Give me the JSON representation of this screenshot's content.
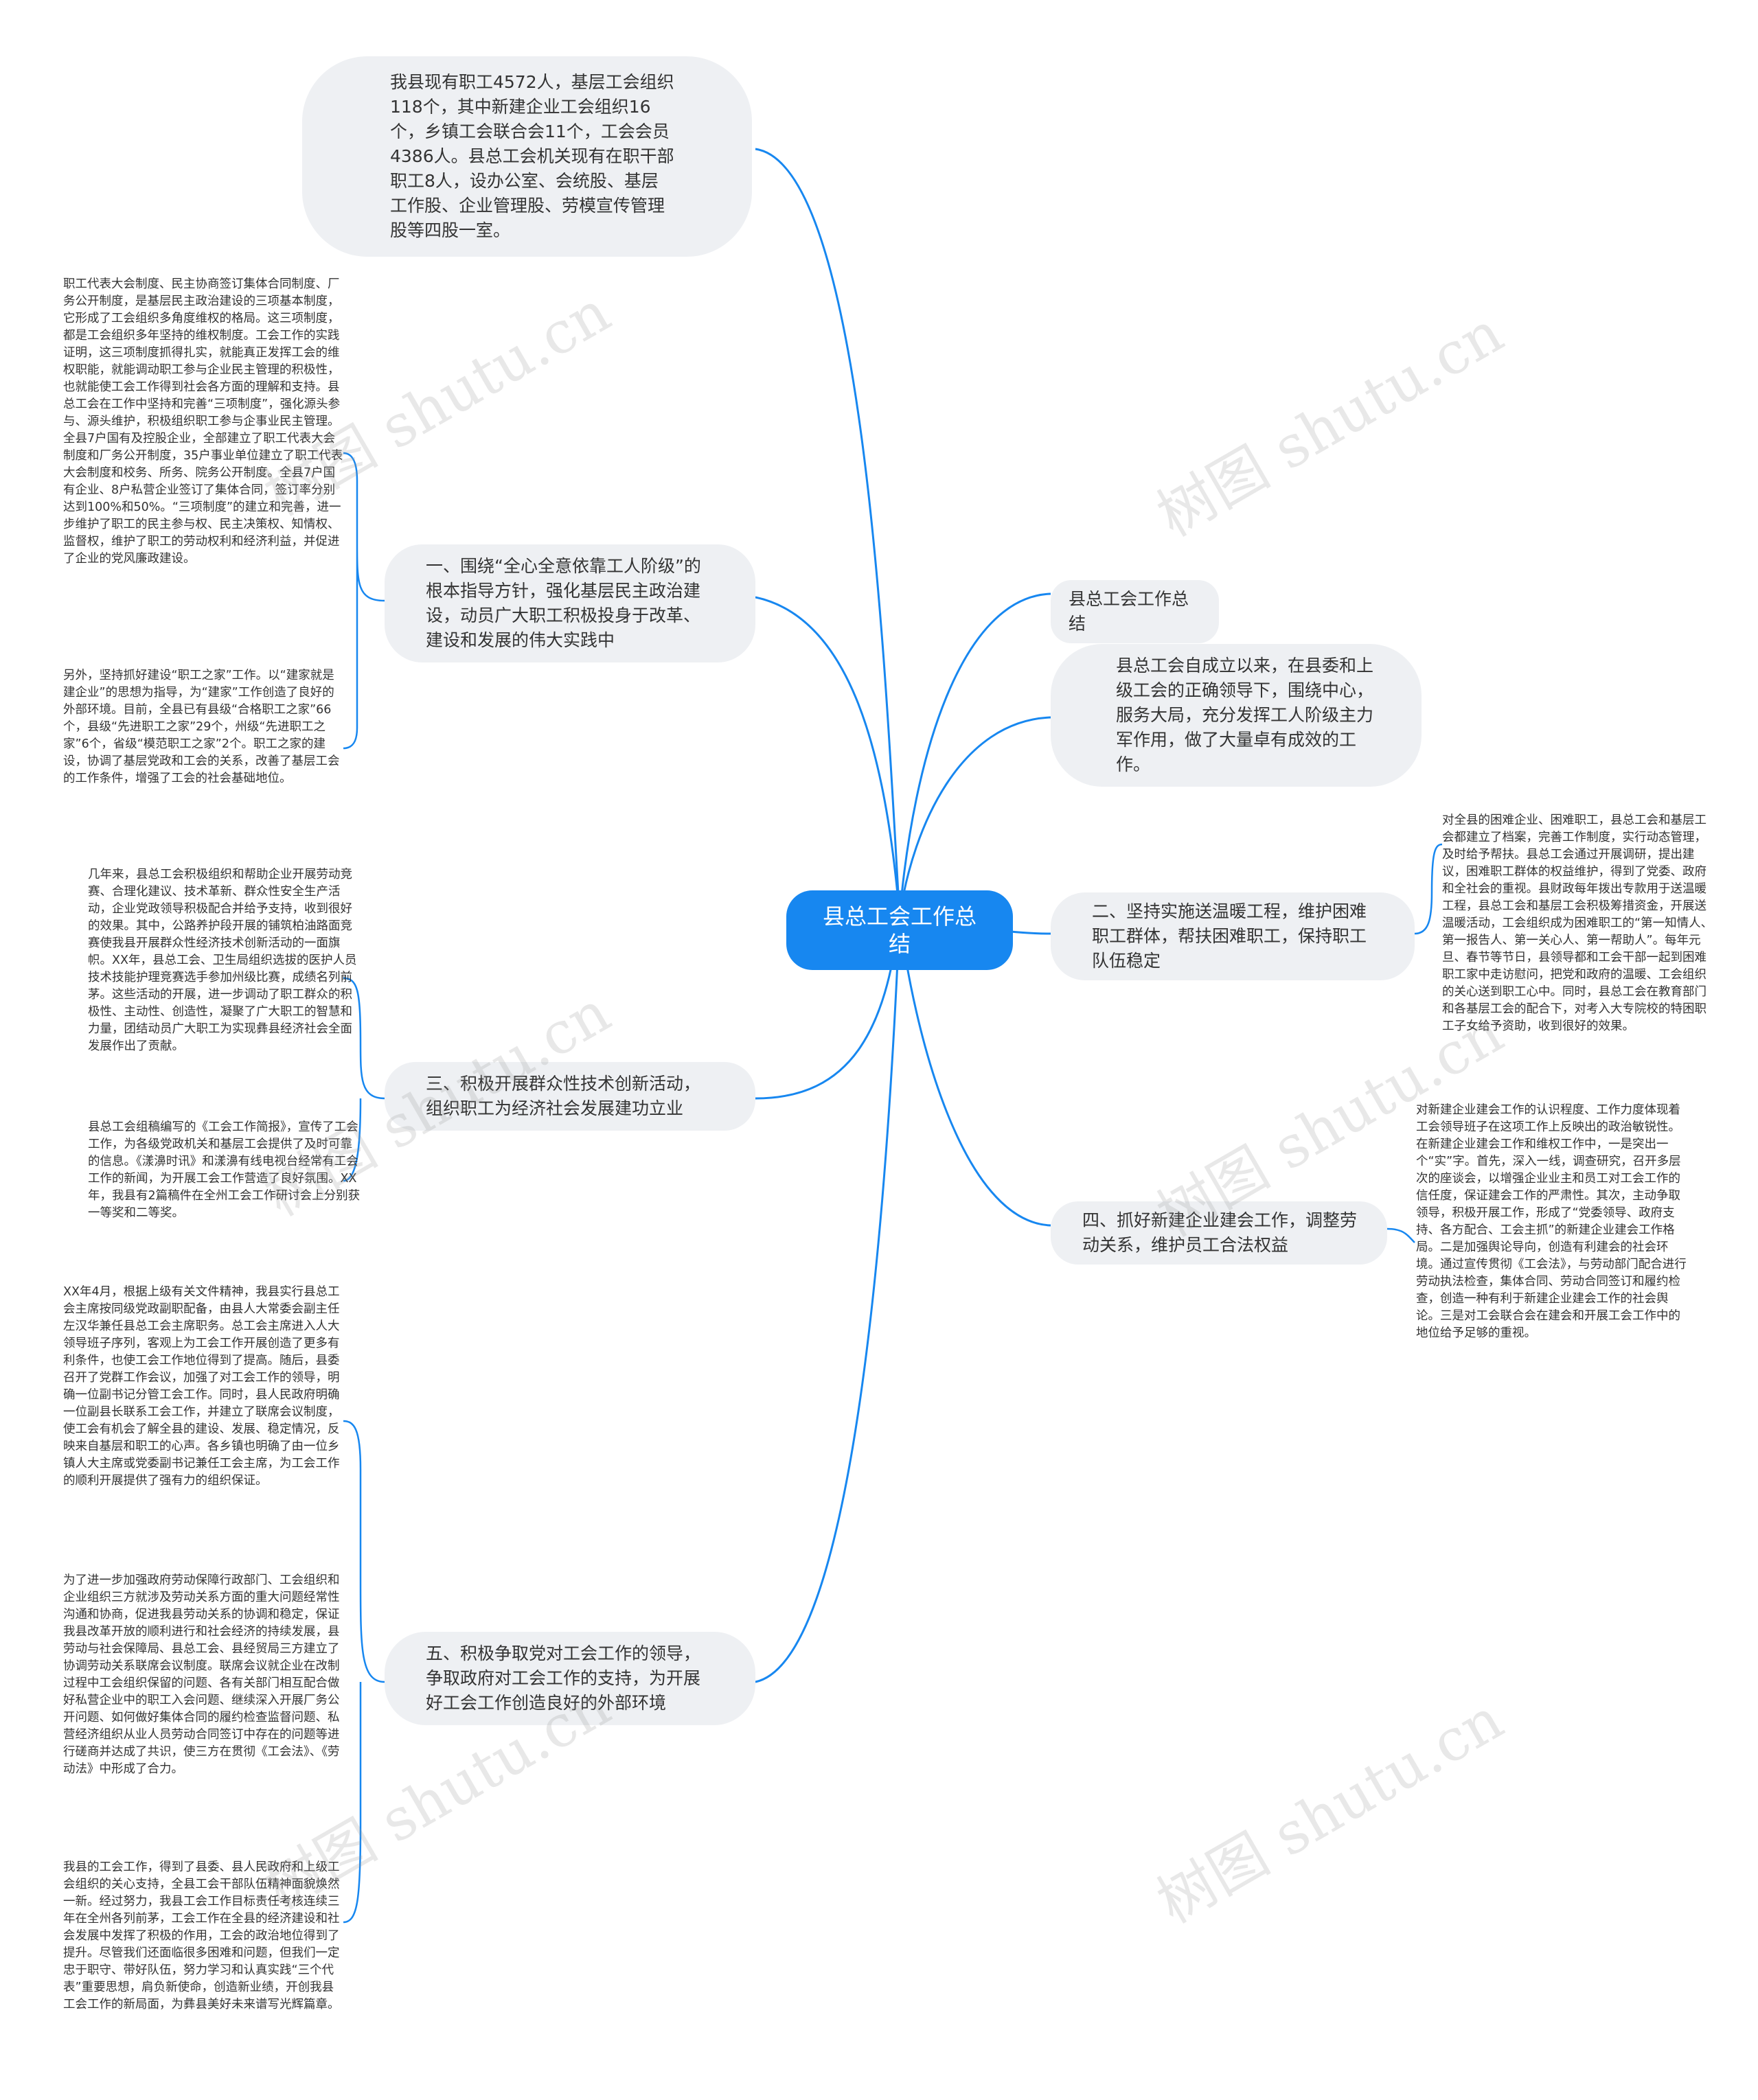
{
  "root": "县总工会工作总结",
  "watermark": "树图 shutu.cn",
  "colors": {
    "root_bg": "#1787f0",
    "branch_line": "#1787f0",
    "bubble_bg": "#eef0f3"
  },
  "right": {
    "title": "县总工会工作总结",
    "intro": "县总工会自成立以来，在县委和上级工会的正确领导下，围绕中心，服务大局，充分发挥工人阶级主力军作用，做了大量卓有成效的工作。",
    "b2": {
      "label": "二、坚持实施送温暖工程，维护困难职工群体，帮扶困难职工，保持职工队伍稳定",
      "detail": "对全县的困难企业、困难职工，县总工会和基层工会都建立了档案，完善工作制度，实行动态管理，及时给予帮扶。县总工会通过开展调研，提出建议，困难职工群体的权益维护，得到了党委、政府和全社会的重视。县财政每年拨出专款用于送温暖工程，县总工会和基层工会积极筹措资金，开展送温暖活动，工会组织成为困难职工的“第一知情人、第一报告人、第一关心人、第一帮助人”。每年元旦、春节等节日，县领导都和工会干部一起到困难职工家中走访慰问，把党和政府的温暖、工会组织的关心送到职工心中。同时，县总工会在教育部门和各基层工会的配合下，对考入大专院校的特困职工子女给予资助，收到很好的效果。"
    },
    "b4": {
      "label": "四、抓好新建企业建会工作，调整劳动关系，维护员工合法权益",
      "detail": "对新建企业建会工作的认识程度、工作力度体现着工会领导班子在这项工作上反映出的政治敏锐性。在新建企业建会工作和维权工作中，一是突出一个“实”字。首先，深入一线，调查研究，召开多层次的座谈会，以增强企业业主和员工对工会工作的信任度，保证建会工作的严肃性。其次，主动争取领导，积极开展工作，形成了“党委领导、政府支持、各方配合、工会主抓”的新建企业建会工作格局。二是加强舆论导向，创造有利建会的社会环境。通过宣传贯彻《工会法》，与劳动部门配合进行劳动执法检查，集体合同、劳动合同签订和履约检查，创造一种有利于新建企业建会工作的社会舆论。三是对工会联合会在建会和开展工会工作中的地位给予足够的重视。"
    }
  },
  "left": {
    "top_text": "我县现有职工4572人，基层工会组织118个，其中新建企业工会组织16个，乡镇工会联合会11个，工会会员4386人。县总工会机关现有在职干部职工8人，设办公室、会统股、基层工作股、企业管理股、劳模宣传管理股等四股一室。",
    "b1": {
      "label": "一、围绕“全心全意依靠工人阶级”的根本指导方针，强化基层民主政治建设，动员广大职工积极投身于改革、建设和发展的伟大实践中",
      "d1": "职工代表大会制度、民主协商签订集体合同制度、厂务公开制度，是基层民主政治建设的三项基本制度，它形成了工会组织多角度维权的格局。这三项制度，都是工会组织多年坚持的维权制度。工会工作的实践证明，这三项制度抓得扎实，就能真正发挥工会的维权职能，就能调动职工参与企业民主管理的积极性，也就能使工会工作得到社会各方面的理解和支持。县总工会在工作中坚持和完善“三项制度”，强化源头参与、源头维护，积极组织职工参与企事业民主管理。全县7户国有及控股企业，全部建立了职工代表大会制度和厂务公开制度，35户事业单位建立了职工代表大会制度和校务、所务、院务公开制度。全县7户国有企业、8户私营企业签订了集体合同，签订率分别达到100%和50%。“三项制度”的建立和完善，进一步维护了职工的民主参与权、民主决策权、知情权、监督权，维护了职工的劳动权利和经济利益，并促进了企业的党风廉政建设。",
      "d2": "另外，坚持抓好建设“职工之家”工作。以“建家就是建企业”的思想为指导，为“建家”工作创造了良好的外部环境。目前，全县已有县级“合格职工之家”66个，县级“先进职工之家”29个，州级“先进职工之家”6个，省级“模范职工之家”2个。职工之家的建设，协调了基层党政和工会的关系，改善了基层工会的工作条件，增强了工会的社会基础地位。"
    },
    "b3": {
      "label": "三、积极开展群众性技术创新活动，组织职工为经济社会发展建功立业",
      "d1": "几年来，县总工会积极组织和帮助企业开展劳动竞赛、合理化建议、技术革新、群众性安全生产活动，企业党政领导积极配合并给予支持，收到很好的效果。其中，公路养护段开展的铺筑柏油路面竞赛使我县开展群众性经济技术创新活动的一面旗帜。XX年，县总工会、卫生局组织选拔的医护人员技术技能护理竞赛选手参加州级比赛，成绩名列前茅。这些活动的开展，进一步调动了职工群众的积极性、主动性、创造性，凝聚了广大职工的智慧和力量，团结动员广大职工为实现彝县经济社会全面发展作出了贡献。",
      "d2": "县总工会组稿编写的《工会工作简报》，宣传了工会工作，为各级党政机关和基层工会提供了及时可靠的信息。《漾濞时讯》和漾濞有线电视台经常有工会工作的新闻，为开展工会工作营造了良好氛围。XX年，我县有2篇稿件在全州工会工作研讨会上分别获一等奖和二等奖。"
    },
    "b5": {
      "label": "五、积极争取党对工会工作的领导，争取政府对工会工作的支持，为开展好工会工作创造良好的外部环境",
      "d1": "XX年4月，根据上级有关文件精神，我县实行县总工会主席按同级党政副职配备，由县人大常委会副主任左汉华兼任县总工会主席职务。总工会主席进入人大领导班子序列，客观上为工会工作开展创造了更多有利条件，也使工会工作地位得到了提高。随后，县委召开了党群工作会议，加强了对工会工作的领导，明确一位副书记分管工会工作。同时，县人民政府明确一位副县长联系工会工作，并建立了联席会议制度，使工会有机会了解全县的建设、发展、稳定情况，反映来自基层和职工的心声。各乡镇也明确了由一位乡镇人大主席或党委副书记兼任工会主席，为工会工作的顺利开展提供了强有力的组织保证。",
      "d2": "为了进一步加强政府劳动保障行政部门、工会组织和企业组织三方就涉及劳动关系方面的重大问题经常性沟通和协商，促进我县劳动关系的协调和稳定，保证我县改革开放的顺利进行和社会经济的持续发展，县劳动与社会保障局、县总工会、县经贸局三方建立了协调劳动关系联席会议制度。联席会议就企业在改制过程中工会组织保留的问题、各有关部门相互配合做好私营企业中的职工入会问题、继续深入开展厂务公开问题、如何做好集体合同的履约检查监督问题、私营经济组织从业人员劳动合同签订中存在的问题等进行磋商并达成了共识，使三方在贯彻《工会法》、《劳动法》中形成了合力。",
      "d3": "我县的工会工作，得到了县委、县人民政府和上级工会组织的关心支持，全县工会干部队伍精神面貌焕然一新。经过努力，我县工会工作目标责任考核连续三年在全州各列前茅，工会工作在全县的经济建设和社会发展中发挥了积极的作用，工会的政治地位得到了提升。尽管我们还面临很多困难和问题，但我们一定忠于职守、带好队伍，努力学习和认真实践“三个代表”重要思想，肩负新使命，创造新业绩，开创我县工会工作的新局面，为彝县美好未来谱写光辉篇章。"
    }
  }
}
